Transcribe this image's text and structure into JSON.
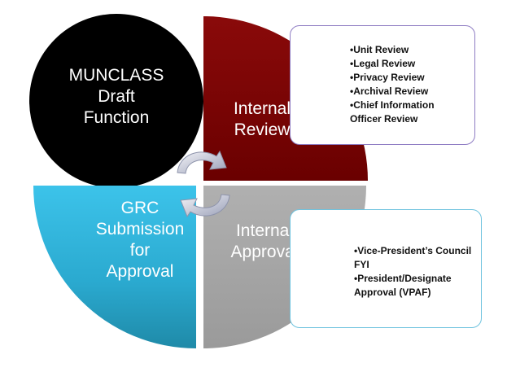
{
  "diagram": {
    "quadrants": [
      {
        "id": "munclass",
        "label": "MUNCLASS\nDraft\nFunction",
        "color": "#000000"
      },
      {
        "id": "internal-review",
        "label": "Internal\nReview",
        "color": "#7b0000"
      },
      {
        "id": "grc",
        "label": "GRC\nSubmission\nfor\nApproval",
        "color": "#2eb3d8"
      },
      {
        "id": "internal-approval",
        "label": "Internal\nApproval",
        "color": "#a6a6a6"
      }
    ],
    "review_box": {
      "border_color": "#8e7cc3",
      "items": [
        "Unit Review",
        "Legal Review",
        "Privacy Review",
        "Archival Review",
        "Chief Information Officer  Review"
      ]
    },
    "approval_box": {
      "border_color": "#6fc3df",
      "items": [
        "Vice-President’s Council FYI",
        "President/Designate Approval (VPAF)"
      ]
    },
    "bullet": "•"
  }
}
